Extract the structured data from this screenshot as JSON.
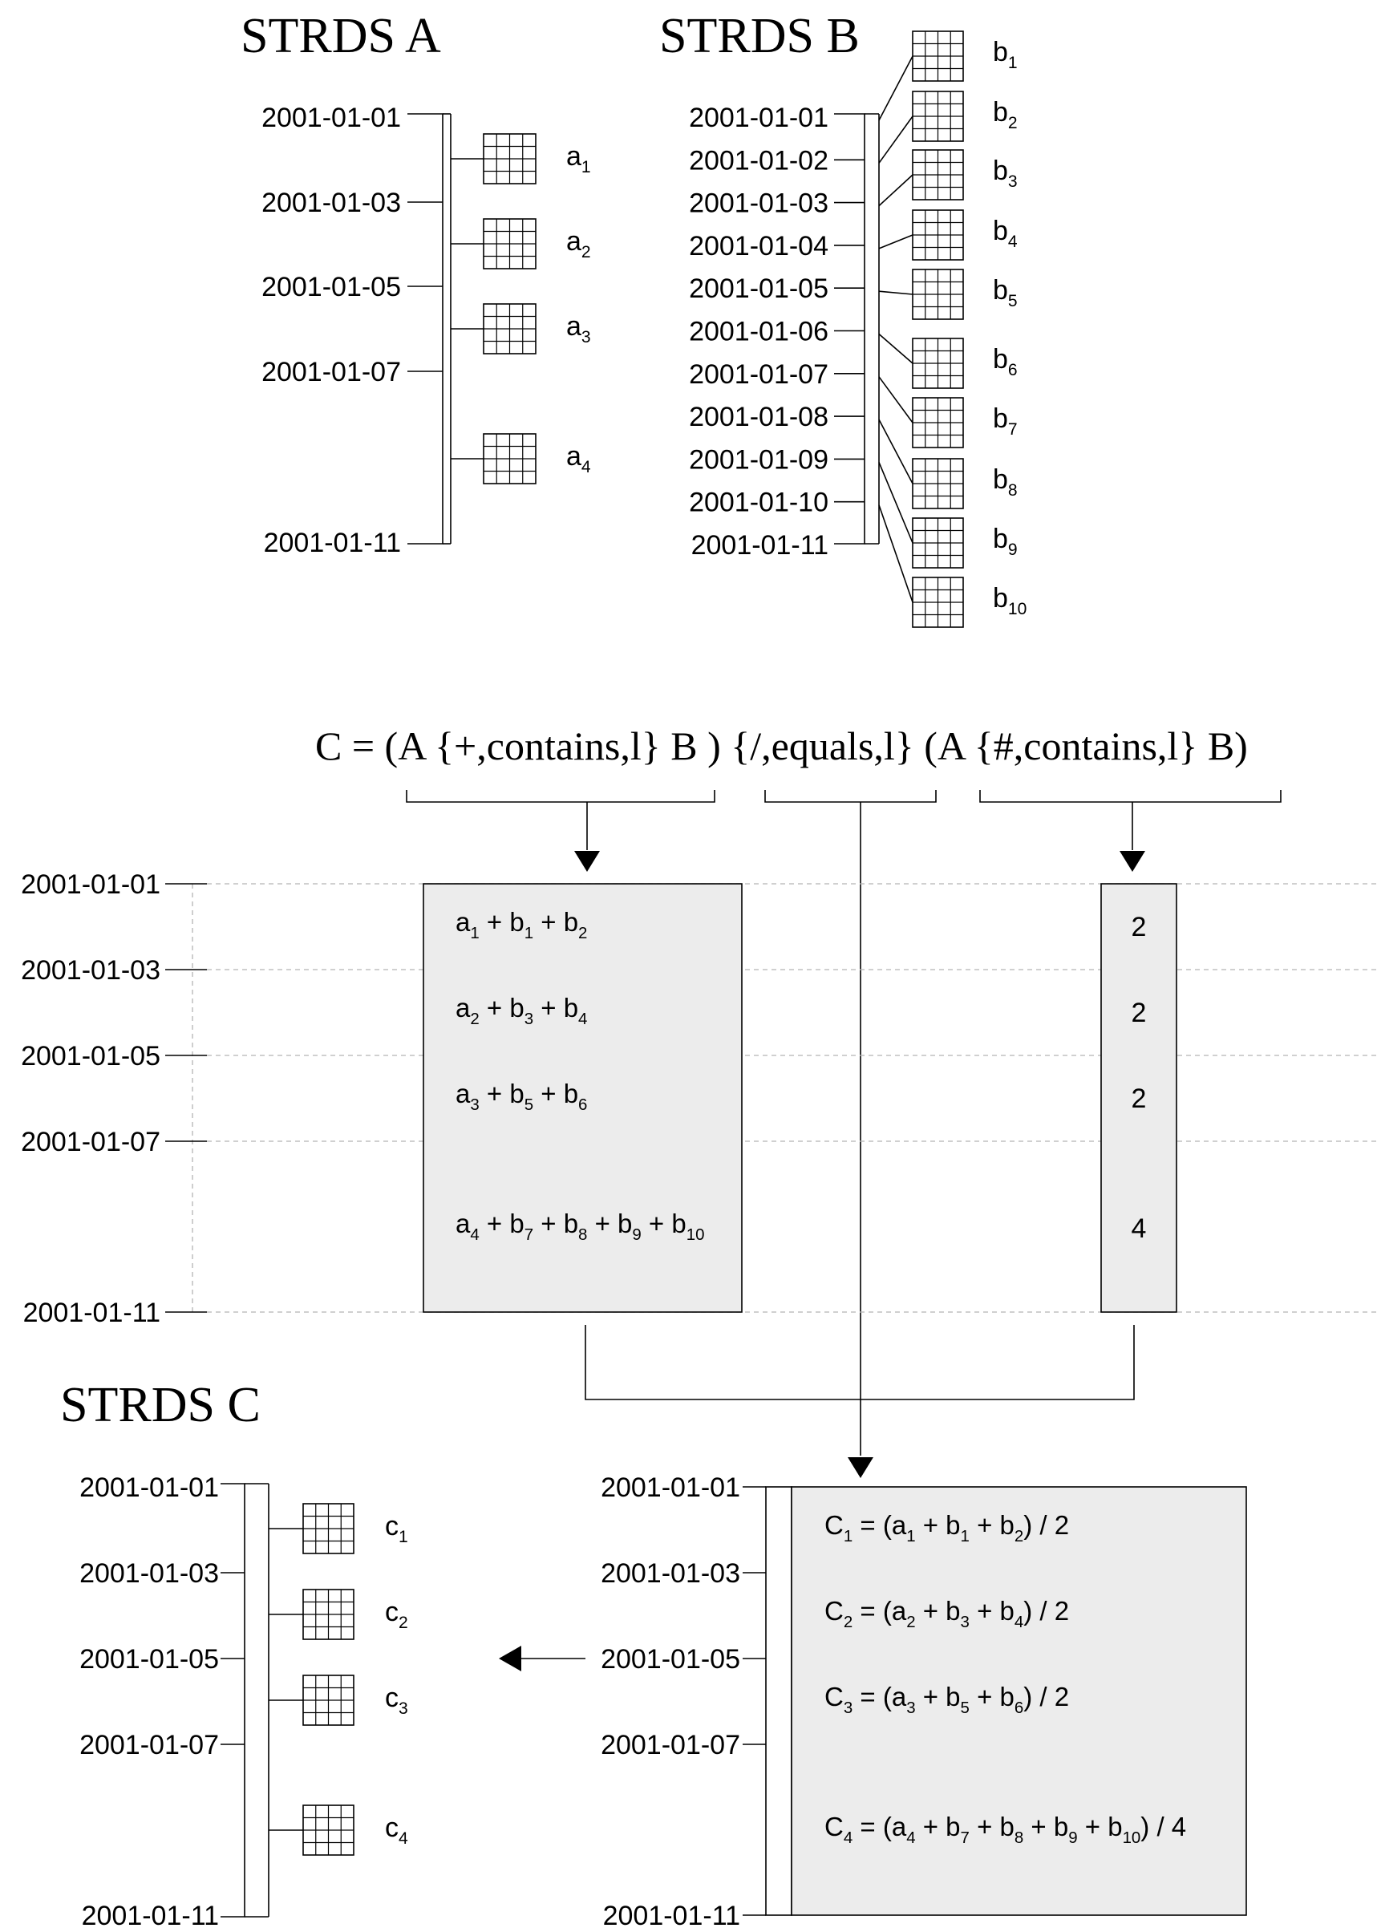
{
  "strds_a": {
    "title": "STRDS A",
    "dates": [
      "2001-01-01",
      "2001-01-03",
      "2001-01-05",
      "2001-01-07",
      "2001-01-11"
    ],
    "maps": [
      [
        "a",
        "1"
      ],
      [
        "a",
        "2"
      ],
      [
        "a",
        "3"
      ],
      [
        "a",
        "4"
      ]
    ]
  },
  "strds_b": {
    "title": "STRDS B",
    "dates": [
      "2001-01-01",
      "2001-01-02",
      "2001-01-03",
      "2001-01-04",
      "2001-01-05",
      "2001-01-06",
      "2001-01-07",
      "2001-01-08",
      "2001-01-09",
      "2001-01-10",
      "2001-01-11"
    ],
    "maps": [
      [
        "b",
        "1"
      ],
      [
        "b",
        "2"
      ],
      [
        "b",
        "3"
      ],
      [
        "b",
        "4"
      ],
      [
        "b",
        "5"
      ],
      [
        "b",
        "6"
      ],
      [
        "b",
        "7"
      ],
      [
        "b",
        "8"
      ],
      [
        "b",
        "9"
      ],
      [
        "b",
        "10"
      ]
    ]
  },
  "formula": {
    "prefix": "C = (A ",
    "op1": "{+,contains,l}",
    "mid1": " B ) ",
    "op2": "{/,equals,l}",
    "mid2": " (A ",
    "op3": "{#,contains,l}",
    "suffix": " B)"
  },
  "intermediate": {
    "dates": [
      "2001-01-01",
      "2001-01-03",
      "2001-01-05",
      "2001-01-07",
      "2001-01-11"
    ],
    "sums": [
      [
        [
          "a",
          "1"
        ],
        [
          "b",
          "1"
        ],
        [
          "b",
          "2"
        ]
      ],
      [
        [
          "a",
          "2"
        ],
        [
          "b",
          "3"
        ],
        [
          "b",
          "4"
        ]
      ],
      [
        [
          "a",
          "3"
        ],
        [
          "b",
          "5"
        ],
        [
          "b",
          "6"
        ]
      ],
      [
        [
          "a",
          "4"
        ],
        [
          "b",
          "7"
        ],
        [
          "b",
          "8"
        ],
        [
          "b",
          "9"
        ],
        [
          "b",
          "10"
        ]
      ]
    ],
    "counts": [
      "2",
      "2",
      "2",
      "4"
    ]
  },
  "strds_c": {
    "title": "STRDS C",
    "dates": [
      "2001-01-01",
      "2001-01-03",
      "2001-01-05",
      "2001-01-07",
      "2001-01-11"
    ],
    "maps": [
      [
        "c",
        "1"
      ],
      [
        "c",
        "2"
      ],
      [
        "c",
        "3"
      ],
      [
        "c",
        "4"
      ]
    ]
  },
  "result": {
    "dates": [
      "2001-01-01",
      "2001-01-03",
      "2001-01-05",
      "2001-01-07",
      "2001-01-11"
    ],
    "rows": [
      {
        "lhs": [
          "C",
          "1"
        ],
        "terms": [
          [
            "a",
            "1"
          ],
          [
            "b",
            "1"
          ],
          [
            "b",
            "2"
          ]
        ],
        "divisor": "2"
      },
      {
        "lhs": [
          "C",
          "2"
        ],
        "terms": [
          [
            "a",
            "2"
          ],
          [
            "b",
            "3"
          ],
          [
            "b",
            "4"
          ]
        ],
        "divisor": "2"
      },
      {
        "lhs": [
          "C",
          "3"
        ],
        "terms": [
          [
            "a",
            "3"
          ],
          [
            "b",
            "5"
          ],
          [
            "b",
            "6"
          ]
        ],
        "divisor": "2"
      },
      {
        "lhs": [
          "C",
          "4"
        ],
        "terms": [
          [
            "a",
            "4"
          ],
          [
            "b",
            "7"
          ],
          [
            "b",
            "8"
          ],
          [
            "b",
            "9"
          ],
          [
            "b",
            "10"
          ]
        ],
        "divisor": "4"
      }
    ]
  }
}
